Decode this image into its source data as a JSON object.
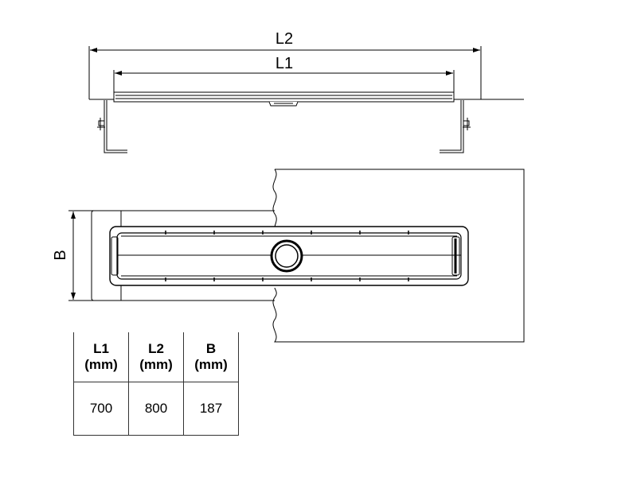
{
  "dimensions": {
    "l2_label": "L2",
    "l1_label": "L1",
    "b_label": "B"
  },
  "spec_table": {
    "headers": [
      {
        "name": "L1",
        "unit": "(mm)"
      },
      {
        "name": "L2",
        "unit": "(mm)"
      },
      {
        "name": "B",
        "unit": "(mm)"
      }
    ],
    "rows": [
      [
        "700",
        "800",
        "187"
      ]
    ]
  }
}
